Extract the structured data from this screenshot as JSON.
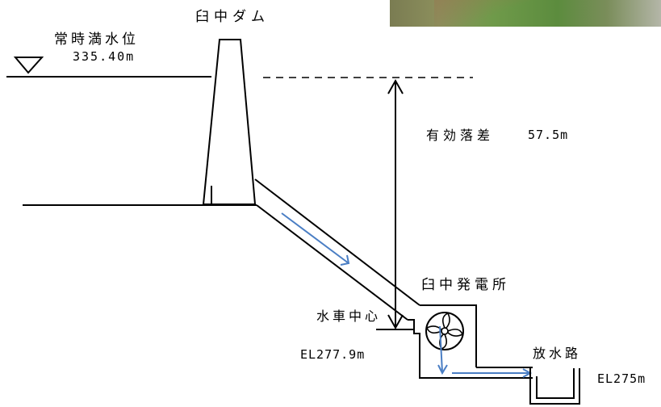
{
  "labels": {
    "dam_name": "臼中ダム",
    "normal_water_level_title": "常時満水位",
    "normal_water_level_value": "335.40m",
    "effective_head_label": "有効落差",
    "effective_head_value": "57.5m",
    "power_station_name": "臼中発電所",
    "turbine_center_label": "水車中心",
    "turbine_center_value": "EL277.9m",
    "tailrace_label": "放水路",
    "tailrace_level_value": "EL275m"
  },
  "colors": {
    "line": "#000000",
    "flow_arrow": "#4a7ec4",
    "photo_strip": "#6f9a4a"
  },
  "icons": {
    "water_level_marker": "downward-triangle-icon",
    "flow_direction": "arrow-icon",
    "turbine": "turbine-wheel-icon"
  }
}
